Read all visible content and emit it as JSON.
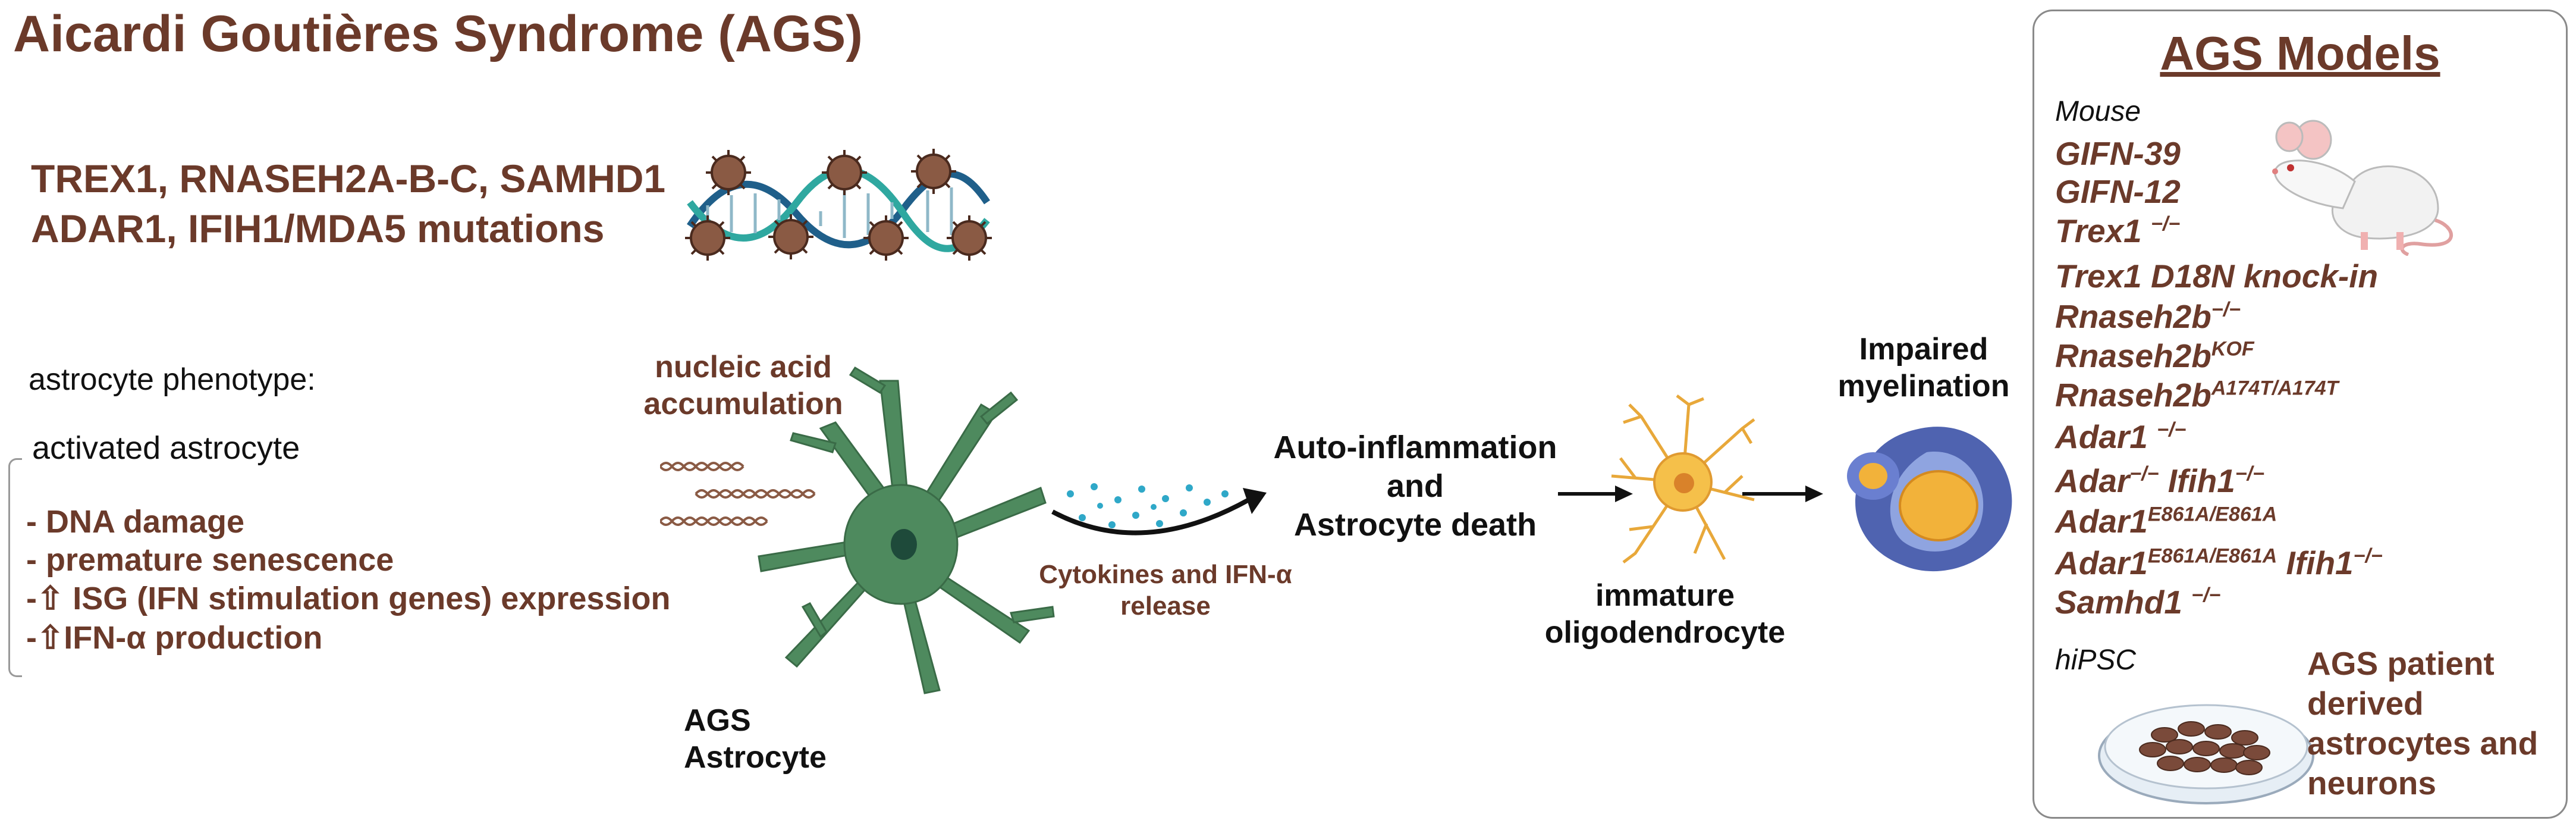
{
  "title": "Aicardi Goutières Syndrome (AGS)",
  "mutations": {
    "line1": "TREX1, RNASEH2A-B-C, SAMHD1",
    "line2": "ADAR1, IFIH1/MDA5 mutations"
  },
  "phenotype": {
    "heading": "astrocyte phenotype:",
    "subheading": "activated astrocyte",
    "features": [
      "- DNA damage",
      "- premature senescence",
      "-⇧ ISG (IFN stimulation genes) expression",
      "-⇧IFN-α production"
    ]
  },
  "labels": {
    "nucleic_l1": "nucleic acid",
    "nucleic_l2": "accumulation",
    "ags_l1": "AGS",
    "ags_l2": "Astrocyte",
    "cytokines_l1": "Cytokines and IFN-α",
    "cytokines_l2": "release",
    "auto_l1": "Auto-inflammation",
    "auto_l2": "and",
    "auto_l3": "Astrocyte death",
    "immature_l1": "immature",
    "immature_l2": "oligodendrocyte",
    "impaired_l1": "Impaired",
    "impaired_l2": "myelination"
  },
  "models": {
    "title": "AGS Models",
    "mouse_label": "Mouse",
    "items": [
      {
        "base": "GIFN-39",
        "sup": "",
        "base2": "",
        "sup2": ""
      },
      {
        "base": "GIFN-12",
        "sup": "",
        "base2": "",
        "sup2": ""
      },
      {
        "base": "Trex1 ",
        "sup": "−/−",
        "base2": "",
        "sup2": ""
      },
      {
        "base": "Trex1 D18N knock-in",
        "sup": "",
        "base2": "",
        "sup2": ""
      },
      {
        "base": "Rnaseh2b",
        "sup": "−/−",
        "base2": "",
        "sup2": ""
      },
      {
        "base": "Rnaseh2b",
        "sup": "KOF",
        "base2": "",
        "sup2": ""
      },
      {
        "base": "Rnaseh2b",
        "sup": "A174T/A174T",
        "base2": "",
        "sup2": ""
      },
      {
        "base": "Adar1 ",
        "sup": "−/−",
        "base2": "",
        "sup2": ""
      },
      {
        "base": "Adar",
        "sup": "−/−",
        "base2": " Ifih1",
        "sup2": "−/−"
      },
      {
        "base": "Adar1",
        "sup": "E861A/E861A",
        "base2": "",
        "sup2": ""
      },
      {
        "base": "Adar1",
        "sup": "E861A/E861A",
        "base2": " Ifih1",
        "sup2": "−/−"
      },
      {
        "base": "Samhd1 ",
        "sup": "−/−",
        "base2": "",
        "sup2": ""
      }
    ],
    "hipsc_label": "hiPSC",
    "hipsc_desc": "AGS patient derived astrocytes and neurons"
  },
  "colors": {
    "brown": "#6b3a2a",
    "astrocyte": "#4e8a5e",
    "dna_blue": "#1f5f8a",
    "dna_teal": "#2fa8a0",
    "virus": "#8a5a44",
    "oligo": "#e8a83a",
    "myelin_outer": "#4f63b0",
    "myelin_inner": "#f2b23a"
  }
}
